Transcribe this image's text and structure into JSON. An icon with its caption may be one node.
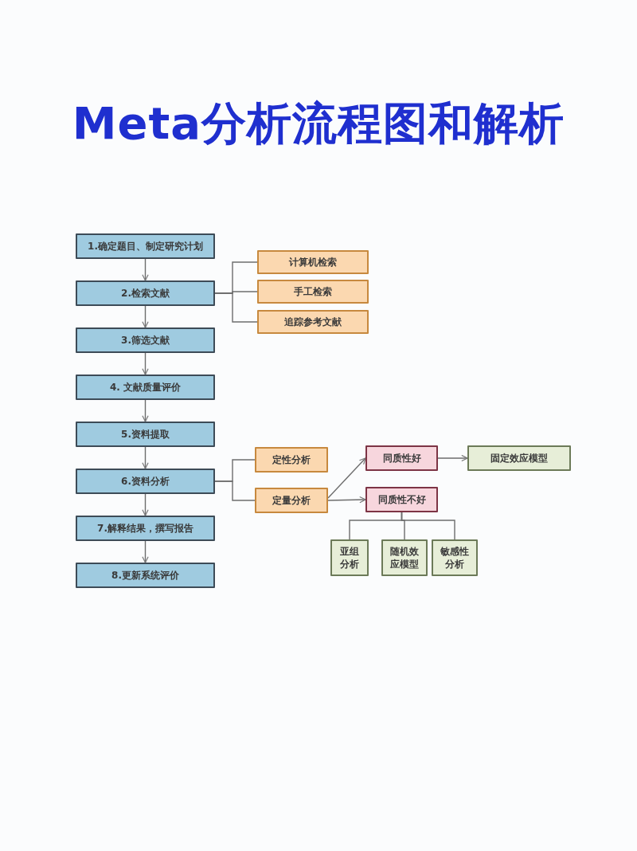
{
  "diagram": {
    "title": "Meta分析流程图和解析",
    "nodes": [
      {
        "text": [
          "1.确定题目、制定研究计划"
        ]
      },
      {
        "text": [
          "2.检索文献"
        ]
      },
      {
        "text": [
          "3.筛选文献"
        ]
      },
      {
        "text": [
          "4. 文献质量评价"
        ]
      },
      {
        "text": [
          "5.资料提取"
        ]
      },
      {
        "text": [
          "6.资料分析"
        ]
      },
      {
        "text": [
          "7.解释结果，撰写报告"
        ]
      },
      {
        "text": [
          "8.更新系统评价"
        ]
      },
      {
        "text": [
          "计算机检索"
        ]
      },
      {
        "text": [
          "手工检索"
        ]
      },
      {
        "text": [
          "追踪参考文献"
        ]
      },
      {
        "text": [
          "定性分析"
        ]
      },
      {
        "text": [
          "定量分析"
        ]
      },
      {
        "text": [
          "同质性好"
        ]
      },
      {
        "text": [
          "固定效应模型"
        ]
      },
      {
        "text": [
          "同质性不好"
        ]
      },
      {
        "text": [
          "亚组分析"
        ]
      },
      {
        "text": [
          "随机效应模型"
        ]
      },
      {
        "text": [
          "敏感性分析"
        ]
      }
    ],
    "edges": [
      {
        "from": 0,
        "to": 1,
        "arrow": "to"
      },
      {
        "from": 1,
        "to": 2,
        "arrow": "to"
      },
      {
        "from": 2,
        "to": 3,
        "arrow": "to"
      },
      {
        "from": 3,
        "to": 4,
        "arrow": "to"
      },
      {
        "from": 4,
        "to": 5,
        "arrow": "to"
      },
      {
        "from": 5,
        "to": 6,
        "arrow": "to"
      },
      {
        "from": 6,
        "to": 7,
        "arrow": "to"
      },
      {
        "from": 1,
        "to": 8,
        "arrow": "none"
      },
      {
        "from": 1,
        "to": 9,
        "arrow": "none"
      },
      {
        "from": 1,
        "to": 10,
        "arrow": "none"
      },
      {
        "from": 5,
        "to": 11,
        "arrow": "none"
      },
      {
        "from": 5,
        "to": 12,
        "arrow": "none"
      },
      {
        "from": 12,
        "to": 13,
        "arrow": "to"
      },
      {
        "from": 12,
        "to": 15,
        "arrow": "to"
      },
      {
        "from": 13,
        "to": 14,
        "arrow": "to"
      },
      {
        "from": 15,
        "to": 16,
        "arrow": "none"
      },
      {
        "from": 15,
        "to": 17,
        "arrow": "none"
      },
      {
        "from": 15,
        "to": 18,
        "arrow": "none"
      }
    ]
  }
}
